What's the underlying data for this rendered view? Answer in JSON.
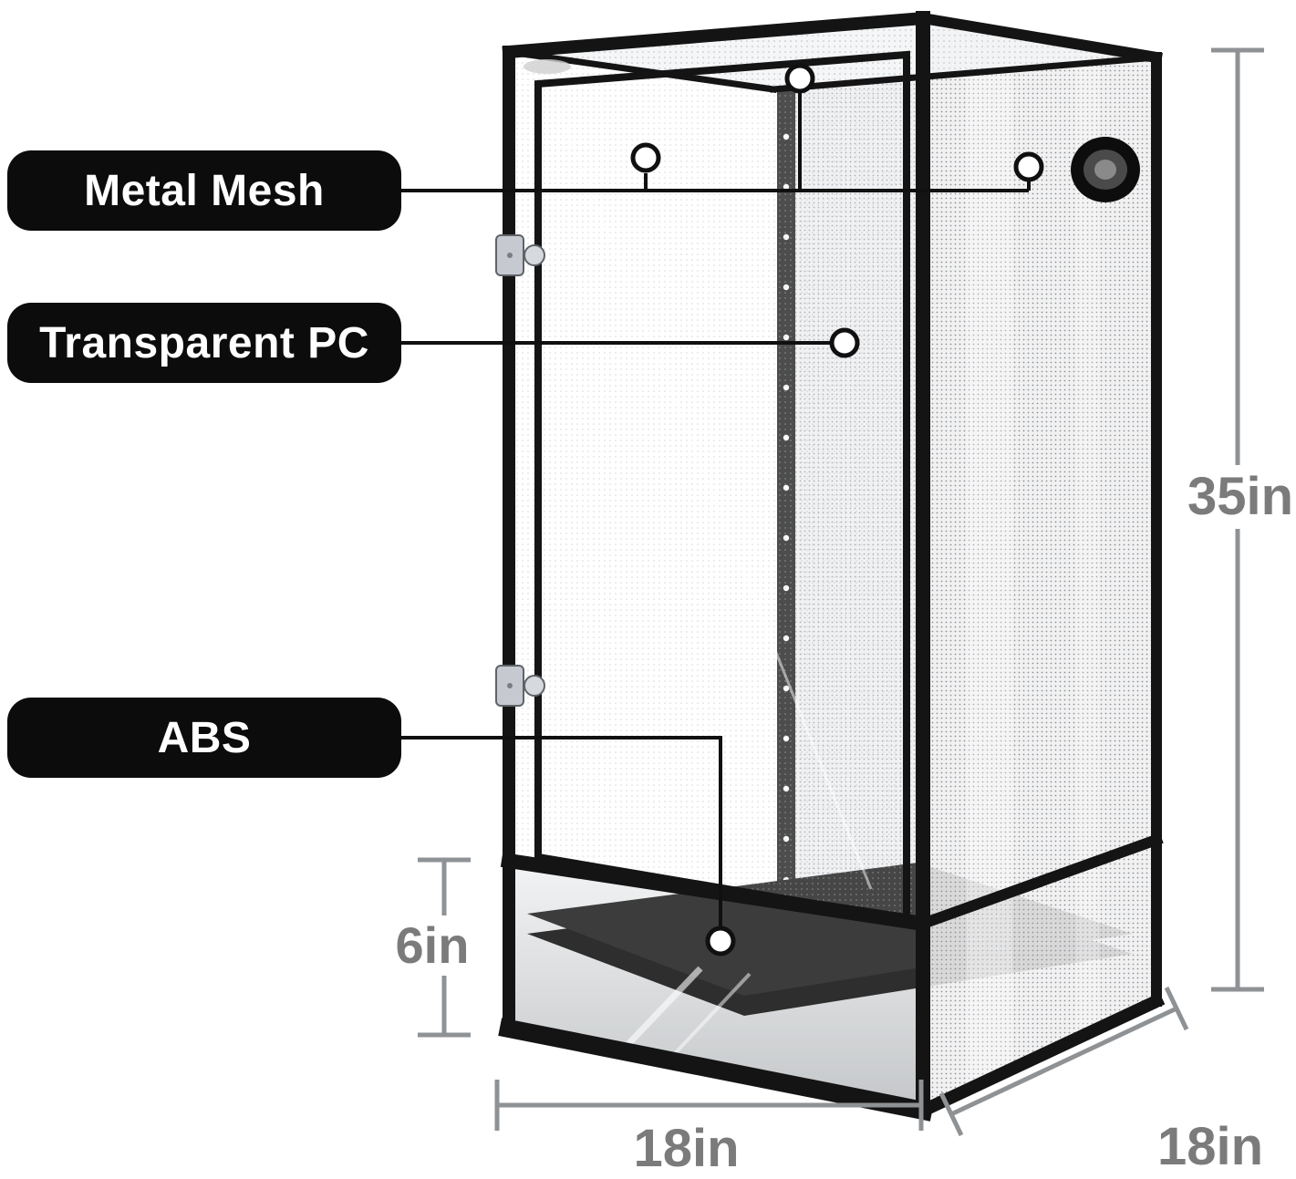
{
  "callouts": [
    {
      "id": "metal-mesh",
      "label": "Metal Mesh"
    },
    {
      "id": "transparent-pc",
      "label": "Transparent PC"
    },
    {
      "id": "abs",
      "label": "ABS"
    }
  ],
  "dimensions": {
    "height": "35in",
    "bottom_section_height": "6in",
    "front_width": "18in",
    "side_depth": "18in"
  },
  "colors": {
    "background": "#ffffff",
    "callout_pill_bg": "#0c0c0c",
    "callout_pill_text": "#ffffff",
    "callout_line": "#101010",
    "dimension_line": "#8f9295",
    "dimension_text": "#7b7b7b",
    "frame": "#141414",
    "abs_platform": "#121212",
    "mesh_tint": "#eff0f1"
  }
}
